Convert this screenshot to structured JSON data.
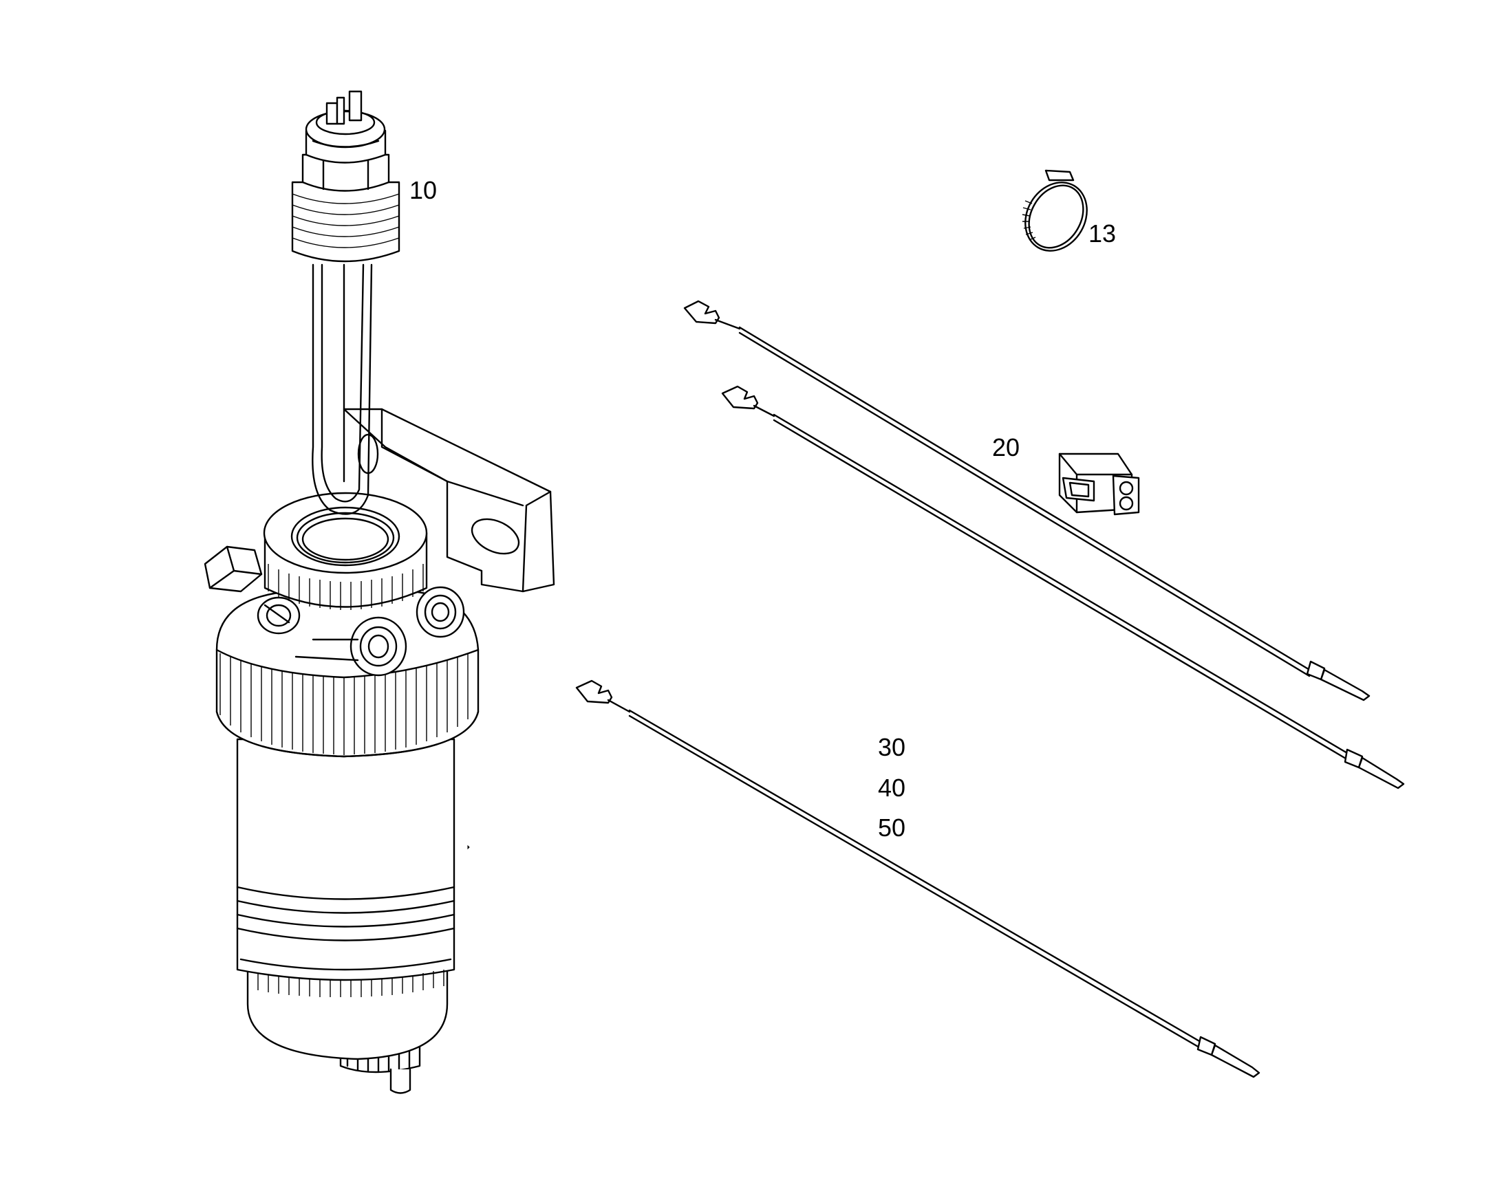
{
  "callouts": {
    "c10": "10",
    "c13": "13",
    "c20": "20",
    "c30": "30",
    "c40": "40",
    "c50": "50"
  },
  "parts": {
    "filter_assembly": "fuel-filter-with-sensor",
    "hose_clamp": "ring-clamp",
    "cables": "connector-leads",
    "plug": "two-pin-connector"
  },
  "colors": {
    "ink": "#000000",
    "paper": "#ffffff"
  }
}
